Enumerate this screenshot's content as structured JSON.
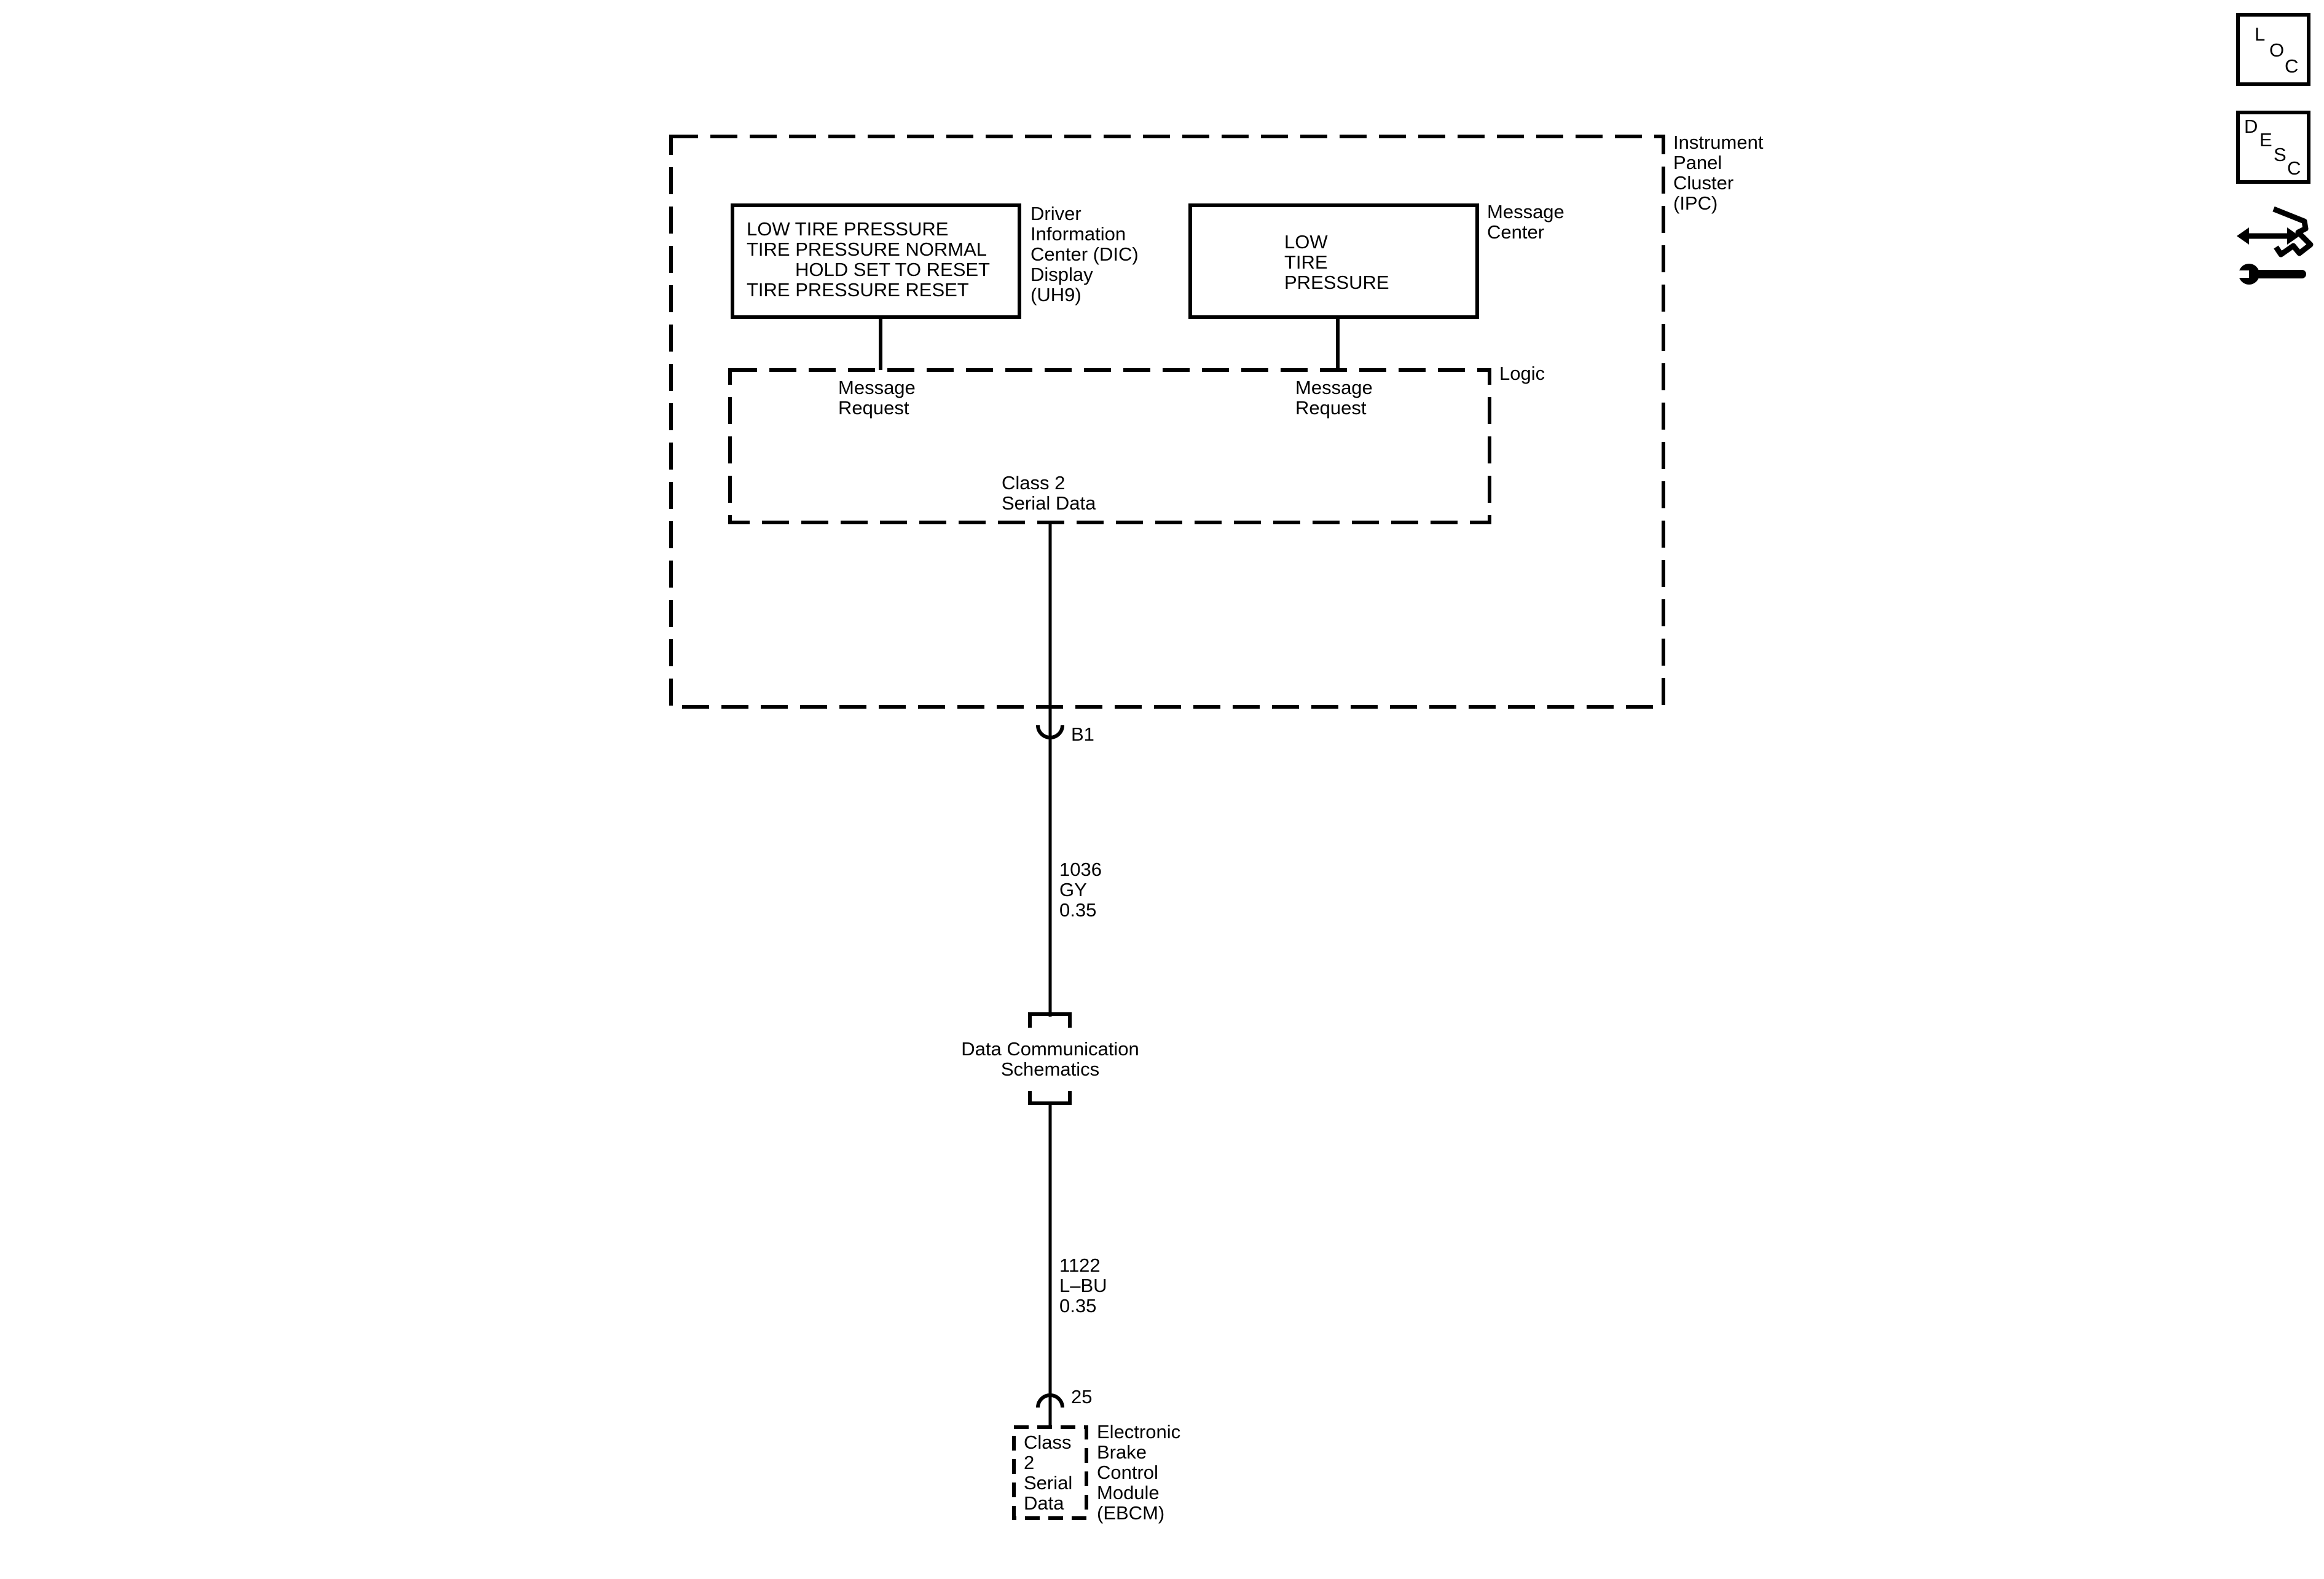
{
  "ipc": {
    "label_lines": [
      "Instrument",
      "Panel",
      "Cluster",
      "(IPC)"
    ],
    "dic_display": {
      "lines": [
        "LOW TIRE PRESSURE",
        "TIRE PRESSURE NORMAL",
        "HOLD SET TO RESET",
        "TIRE PRESSURE RESET"
      ],
      "label_lines": [
        "Driver",
        "Information",
        "Center (DIC)",
        "Display",
        "(UH9)"
      ]
    },
    "message_center": {
      "lines": [
        "LOW",
        "TIRE",
        "PRESSURE"
      ],
      "label_lines": [
        "Message",
        "Center"
      ]
    },
    "logic": {
      "label": "Logic",
      "left_request_lines": [
        "Message",
        "Request"
      ],
      "right_request_lines": [
        "Message",
        "Request"
      ],
      "serial_lines": [
        "Class 2",
        "Serial Data"
      ]
    }
  },
  "connector_top": {
    "label": "B1"
  },
  "wire_upper": {
    "lines": [
      "1036",
      "GY",
      "0.35"
    ]
  },
  "inline_ref": {
    "lines": [
      "Data Communication",
      "Schematics"
    ]
  },
  "wire_lower": {
    "lines": [
      "1122",
      "L–BU",
      "0.35"
    ]
  },
  "connector_bottom": {
    "label": "25"
  },
  "ebcm": {
    "inner_lines": [
      "Class",
      "2",
      "Serial",
      "Data"
    ],
    "label_lines": [
      "Electronic",
      "Brake",
      "Control",
      "Module",
      "(EBCM)"
    ]
  },
  "side_buttons": {
    "loc": [
      "L",
      "O",
      "C"
    ],
    "desc": [
      "D",
      "E",
      "S",
      "C"
    ],
    "repair_icon": "connector-repair-icon"
  }
}
